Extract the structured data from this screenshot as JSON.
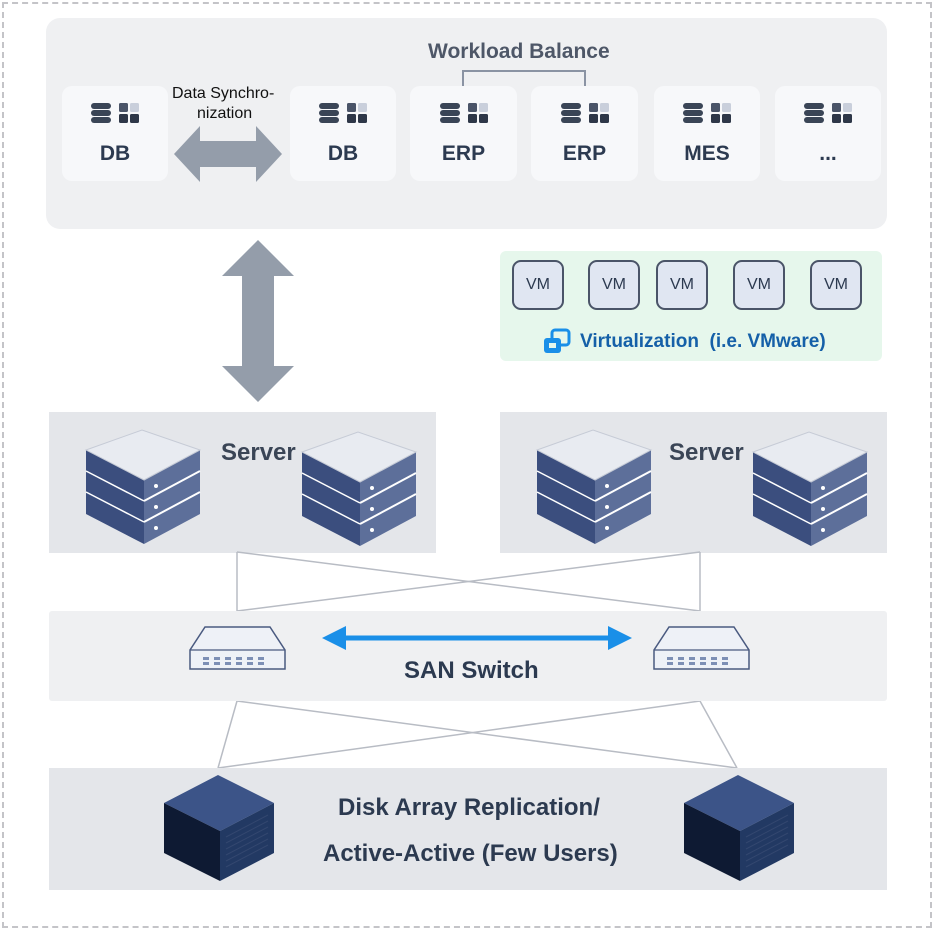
{
  "diagram": {
    "workload_balance_label": "Workload Balance",
    "data_sync_label_line1": "Data Synchro-",
    "data_sync_label_line2": "nization",
    "app_cards": [
      {
        "label": "DB"
      },
      {
        "label": "DB"
      },
      {
        "label": "ERP"
      },
      {
        "label": "ERP"
      },
      {
        "label": "MES"
      },
      {
        "label": "..."
      }
    ],
    "vms": [
      "VM",
      "VM",
      "VM",
      "VM",
      "VM"
    ],
    "virtualization_label": "Virtualization  (i.e. VMware)",
    "server_label_left": "Server",
    "server_label_right": "Server",
    "san_switch_label": "SAN Switch",
    "disk_label_line1": "Disk Array Replication/",
    "disk_label_line2": "Active-Active (Few Users)"
  },
  "colors": {
    "arrow_gray": "#949daa",
    "arrow_blue": "#1a8fe8",
    "server_navy": "#3b4e7e",
    "virt_icon_blue": "#1a8fe8",
    "virt_text_blue": "#1560a8"
  }
}
